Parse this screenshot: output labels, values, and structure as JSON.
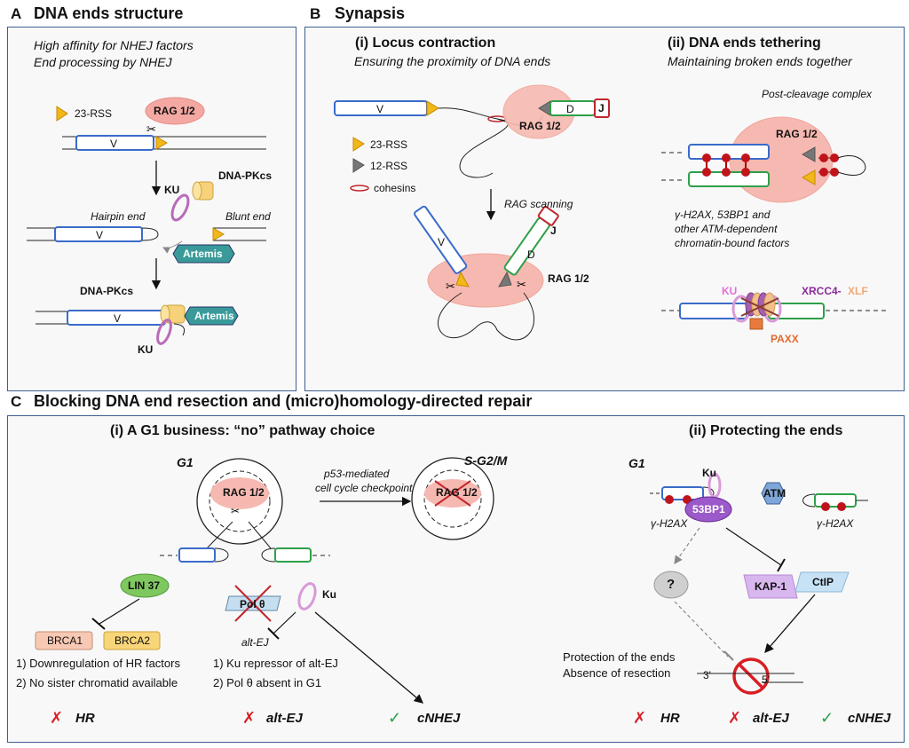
{
  "panelA": {
    "letter": "A",
    "title": "DNA ends structure",
    "note1": "High affinity for NHEJ factors",
    "note2": "End processing by NHEJ",
    "rss23": "23-RSS",
    "rag": "RAG 1/2",
    "v": "V",
    "dnapkcs": "DNA-PKcs",
    "ku": "KU",
    "hairpin": "Hairpin end",
    "blunt": "Blunt end",
    "artemis": "Artemis"
  },
  "panelB": {
    "letter": "B",
    "title": "Synapsis",
    "i_title": "(i) Locus contraction",
    "i_sub": "Ensuring the proximity of DNA ends",
    "ii_title": "(ii) DNA ends tethering",
    "ii_sub": "Maintaining broken ends together",
    "v": "V",
    "d": "D",
    "j": "J",
    "rag": "RAG 1/2",
    "legend_23": "23-RSS",
    "legend_12": "12-RSS",
    "legend_cohesin": "cohesins",
    "rag_scanning": "RAG scanning",
    "post_cleavage": "Post-cleavage complex",
    "factors_1": "γ-H2AX, 53BP1 and",
    "factors_2": "other ATM-dependent",
    "factors_3": "chromatin-bound factors",
    "ku": "KU",
    "xrcc4": "XRCC4-",
    "xlf": "XLF",
    "paxx": "PAXX"
  },
  "panelC": {
    "letter": "C",
    "title": "Blocking DNA end resection and (micro)homology-directed repair",
    "i_title": "(i) A G1 business: “no” pathway choice",
    "ii_title": "(ii) Protecting the ends",
    "g1": "G1",
    "sg2m": "S-G2/M",
    "rag": "RAG 1/2",
    "p53_1": "p53-mediated",
    "p53_2": "cell cycle checkpoint",
    "lin37": "LIN 37",
    "brca1": "BRCA1",
    "brca2": "BRCA2",
    "polq": "Pol θ",
    "ku": "Ku",
    "alt_ej_label": "alt-EJ",
    "hr_note1": "1) Downregulation of HR factors",
    "hr_note2": "2) No sister chromatid available",
    "ku_note1": "1) Ku repressor of alt-EJ",
    "ku_note2": "2) Pol θ absent in G1",
    "hr": "HR",
    "alt_ej": "alt-EJ",
    "cnhej": "cNHEJ",
    "h2ax": "γ-H2AX",
    "bp53": "53BP1",
    "atm": "ATM",
    "question": "?",
    "kap1": "KAP-1",
    "ctip": "CtIP",
    "protection1": "Protection of the ends",
    "protection2": "Absence of resection",
    "three": "3'",
    "five": "5'",
    "cross": "✗",
    "check": "✓"
  }
}
